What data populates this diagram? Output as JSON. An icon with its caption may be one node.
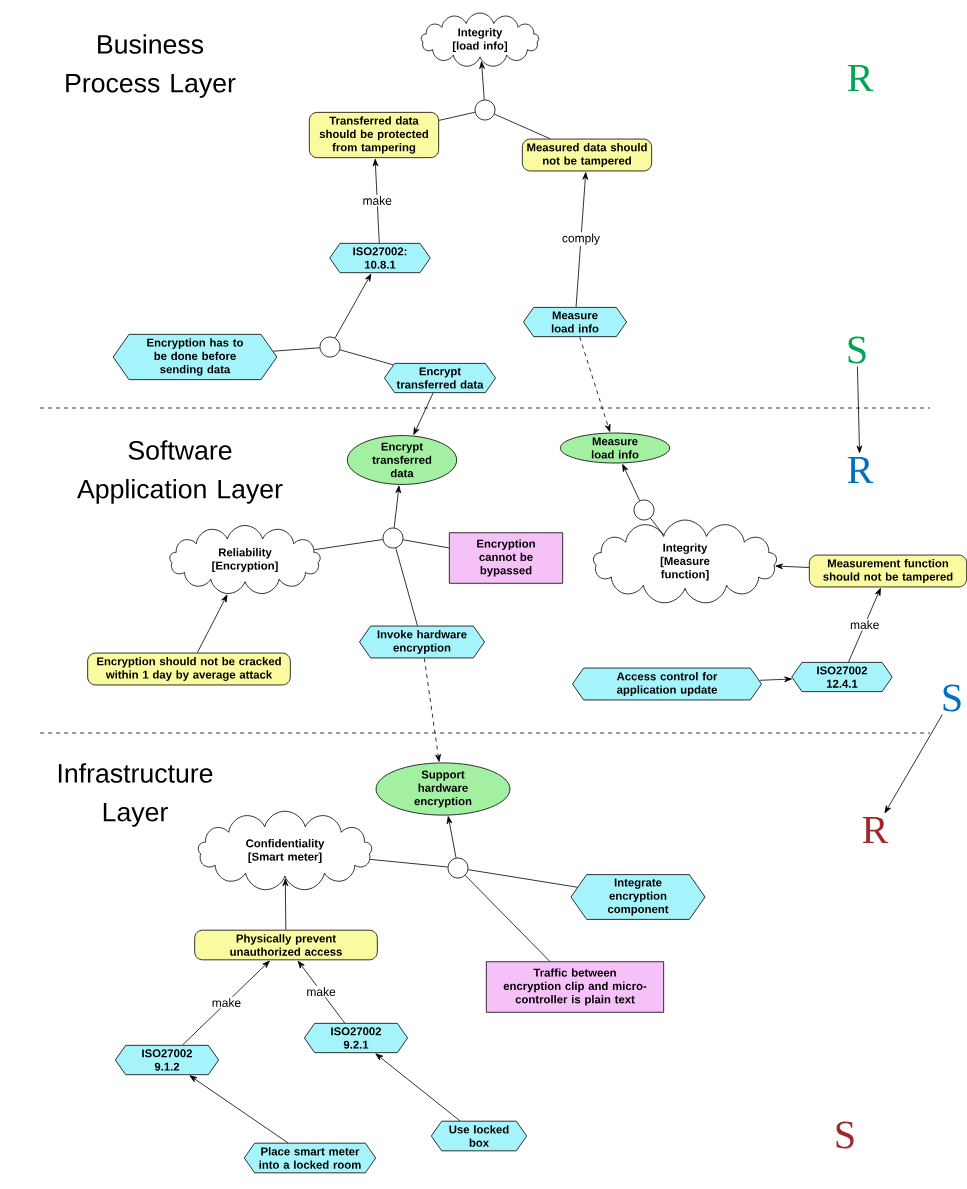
{
  "diagram": {
    "nodes": [
      {
        "text": [
          "Integrity [load info]"
        ]
      },
      {
        "text": [
          "R"
        ]
      },
      {
        "text": [
          "Transferred data should be protected from tampering"
        ]
      },
      {
        "text": [],
        "shape": "circle"
      },
      {
        "text": [
          "Measured data should not be tampered"
        ]
      },
      {
        "text": [
          "ISO27002: 10.8.1"
        ]
      },
      {
        "text": [
          "Measure load info"
        ]
      },
      {
        "text": [
          "Encryption has to be done before sending data"
        ]
      },
      {
        "text": [],
        "shape": "circle"
      },
      {
        "text": [
          "Encrypt transferred data"
        ]
      },
      {
        "text": [
          "S"
        ]
      },
      {
        "text": [
          "Encrypt transferred data"
        ]
      },
      {
        "text": [
          "Measure load info"
        ]
      },
      {
        "text": [
          "R"
        ]
      },
      {
        "text": [
          "Reliability [Encryption]"
        ]
      },
      {
        "text": [],
        "shape": "circle"
      },
      {
        "text": [
          "Encryption cannot be bypassed"
        ]
      },
      {
        "text": [],
        "shape": "circle"
      },
      {
        "text": [
          "Integrity [Measure function]"
        ]
      },
      {
        "text": [
          "Measurement function should not be tampered"
        ]
      },
      {
        "text": [
          "Encryption should not be cracked within 1 day by average attack"
        ]
      },
      {
        "text": [
          "Invoke hardware encryption"
        ]
      },
      {
        "text": [
          "Access control for application update"
        ]
      },
      {
        "text": [
          "ISO27002 12.4.1"
        ]
      },
      {
        "text": [
          "S"
        ]
      },
      {
        "text": [
          "Support hardware encryption"
        ]
      },
      {
        "text": [
          "R"
        ]
      },
      {
        "text": [
          "Confidentiality [Smart meter]"
        ]
      },
      {
        "text": [],
        "shape": "circle"
      },
      {
        "text": [
          "Integrate encryption component"
        ]
      },
      {
        "text": [
          "Physically prevent unauthorized access"
        ]
      },
      {
        "text": [
          "Traffic between encryption clip and micro-controller is plain text"
        ]
      },
      {
        "text": [
          "ISO27002 9.1.2"
        ]
      },
      {
        "text": [
          "ISO27002 9.2.1"
        ]
      },
      {
        "text": [
          "Place smart meter into a locked room"
        ]
      },
      {
        "text": [
          "Use locked box"
        ]
      },
      {
        "text": [
          "S"
        ]
      }
    ],
    "edges": [
      {
        "from": 3,
        "to": 0,
        "arrow": "to"
      },
      {
        "from": 2,
        "to": 3,
        "arrow": "none"
      },
      {
        "from": 4,
        "to": 3,
        "arrow": "none"
      },
      {
        "from": 5,
        "to": 2,
        "arrow": "to",
        "label": "make"
      },
      {
        "from": 6,
        "to": 4,
        "arrow": "to",
        "label": "comply"
      },
      {
        "from": 8,
        "to": 5,
        "arrow": "to"
      },
      {
        "from": 7,
        "to": 8,
        "arrow": "none"
      },
      {
        "from": 9,
        "to": 8,
        "arrow": "none"
      },
      {
        "from": 9,
        "to": 11,
        "arrow": "to"
      },
      {
        "from": 6,
        "to": 12,
        "arrow": "to",
        "style": "dashed"
      },
      {
        "from": 10,
        "to": 13,
        "arrow": "to"
      },
      {
        "from": 15,
        "to": 11,
        "arrow": "to"
      },
      {
        "from": 14,
        "to": 15,
        "arrow": "none"
      },
      {
        "from": 16,
        "to": 15,
        "arrow": "none"
      },
      {
        "from": 21,
        "to": 15,
        "arrow": "none"
      },
      {
        "from": 17,
        "to": 12,
        "arrow": "to"
      },
      {
        "from": 18,
        "to": 17,
        "arrow": "none"
      },
      {
        "from": 19,
        "to": 18,
        "arrow": "to"
      },
      {
        "from": 20,
        "to": 14,
        "arrow": "to"
      },
      {
        "from": 23,
        "to": 19,
        "arrow": "to",
        "label": "make"
      },
      {
        "from": 22,
        "to": 23,
        "arrow": "to"
      },
      {
        "from": 21,
        "to": 25,
        "arrow": "to",
        "style": "dashed"
      },
      {
        "from": 24,
        "to": 26,
        "arrow": "to"
      },
      {
        "from": 28,
        "to": 25,
        "arrow": "to"
      },
      {
        "from": 27,
        "to": 28,
        "arrow": "none"
      },
      {
        "from": 29,
        "to": 28,
        "arrow": "none"
      },
      {
        "from": 31,
        "to": 28,
        "arrow": "none"
      },
      {
        "from": 30,
        "to": 27,
        "arrow": "to"
      },
      {
        "from": 32,
        "to": 30,
        "arrow": "to",
        "label": "make"
      },
      {
        "from": 33,
        "to": 30,
        "arrow": "to",
        "label": "make"
      },
      {
        "from": 34,
        "to": 32,
        "arrow": "to"
      },
      {
        "from": 35,
        "to": 33,
        "arrow": "to"
      }
    ],
    "labels": [
      "Business Process Layer",
      "Software Application Layer",
      "Infrastructure Layer"
    ]
  }
}
